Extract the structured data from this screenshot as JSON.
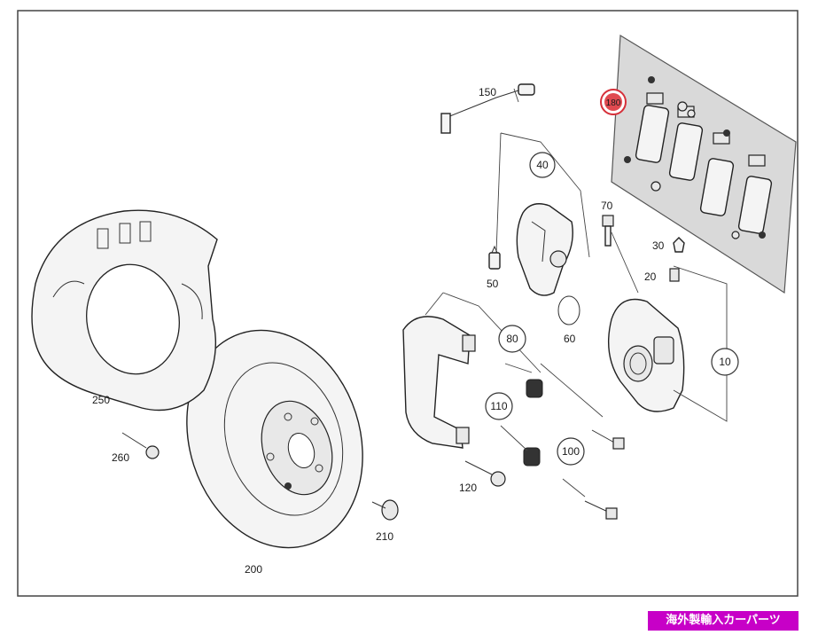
{
  "labels": {
    "p10": "10",
    "p20": "20",
    "p30": "30",
    "p40": "40",
    "p50": "50",
    "p60": "60",
    "p70": "70",
    "p80": "80",
    "p100": "100",
    "p110": "110",
    "p120": "120",
    "p150": "150",
    "p180": "180",
    "p200": "200",
    "p210": "210",
    "p250": "250",
    "p260": "260"
  },
  "watermark": "海外製輸入カーパーツ",
  "colors": {
    "highlight": "#d6303a",
    "watermark_bg": "#c700c7"
  }
}
